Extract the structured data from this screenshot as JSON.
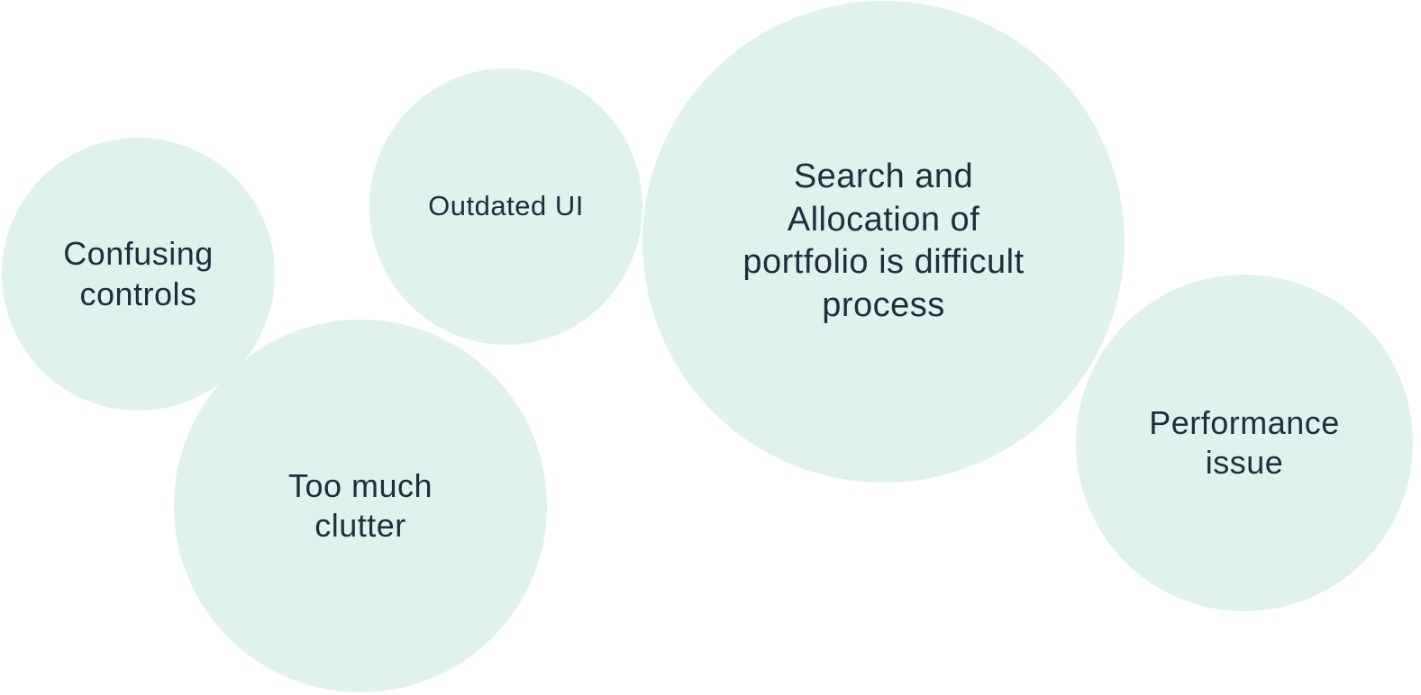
{
  "bubbles": {
    "confusing_controls": {
      "label": "Confusing controls"
    },
    "outdated_ui": {
      "label": "Outdated UI"
    },
    "too_much_clutter": {
      "label": "Too much clutter"
    },
    "search_allocation": {
      "label": "Search and Allocation of portfolio is difficult process"
    },
    "performance_issue": {
      "label": "Performance issue"
    }
  },
  "colors": {
    "bubble_fill": "#dff2ee",
    "text": "#1f2d3d"
  }
}
